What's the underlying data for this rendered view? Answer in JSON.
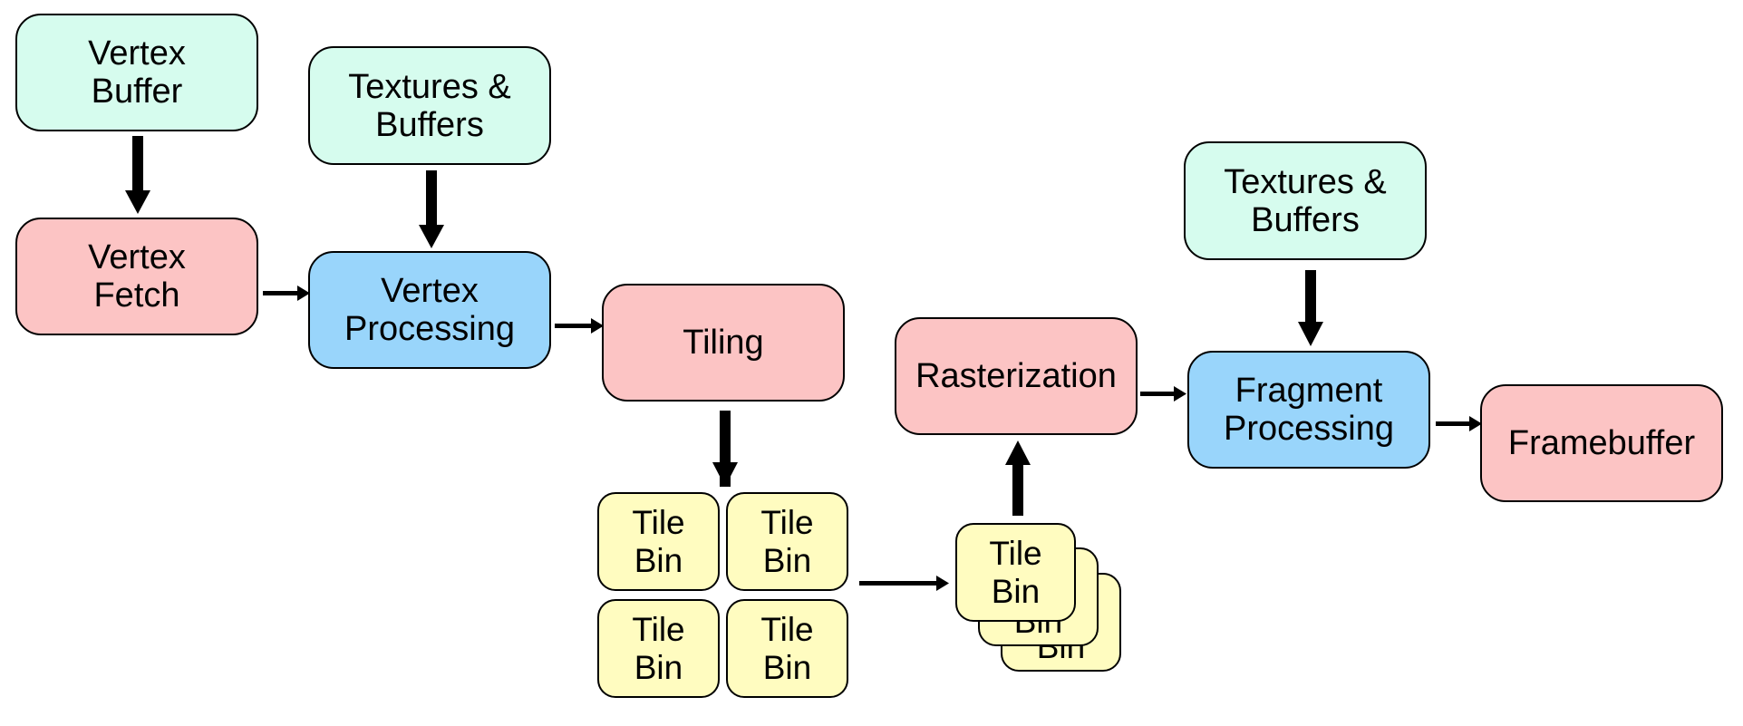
{
  "colors": {
    "source": "#d6fcee",
    "fixed_function": "#fcc4c4",
    "programmable": "#99d5fb",
    "tile_bin": "#fffcc0",
    "outline": "#000000"
  },
  "nodes": {
    "vertex_buffer": "Vertex\nBuffer",
    "vertex_fetch": "Vertex\nFetch",
    "textures_buffers_1": "Textures &\nBuffers",
    "vertex_processing": "Vertex\nProcessing",
    "tiling": "Tiling",
    "rasterization": "Rasterization",
    "textures_buffers_2": "Textures &\nBuffers",
    "fragment_processing": "Fragment\nProcessing",
    "framebuffer": "Framebuffer"
  },
  "tile_bins": [
    "Tile\nBin",
    "Tile\nBin",
    "Tile\nBin",
    "Tile\nBin"
  ],
  "tile_bin_stack": [
    "Tile\nBin",
    "Tile\nBin",
    "Tile\nBin"
  ]
}
